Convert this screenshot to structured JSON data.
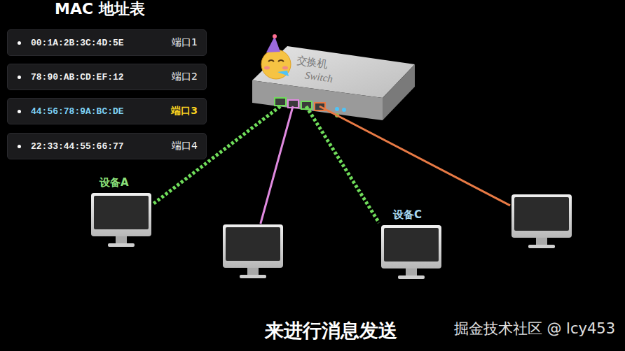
{
  "diagram": {
    "title": "MAC 地址表",
    "caption": "来进行消息发送",
    "nodes": [
      {
        "text": [
          "00:1A:2B:3C:4D:5E",
          "端口1"
        ]
      },
      {
        "text": [
          "78:90:AB:CD:EF:12",
          "端口2"
        ]
      },
      {
        "text": [
          "44:56:78:9A:BC:DE",
          "端口3"
        ]
      },
      {
        "text": [
          "22:33:44:55:66:77",
          "端口4"
        ]
      },
      {
        "text": [
          "交换机",
          "Switch"
        ]
      },
      {
        "text": [
          "设备A"
        ]
      },
      {
        "text": []
      },
      {
        "text": [
          "设备C"
        ]
      },
      {
        "text": []
      }
    ],
    "edges": [
      {
        "from": 4,
        "to": 5,
        "arrow": "none"
      },
      {
        "from": 4,
        "to": 6,
        "arrow": "none"
      },
      {
        "from": 4,
        "to": 7,
        "arrow": "none"
      },
      {
        "from": 4,
        "to": 8,
        "arrow": "none"
      }
    ],
    "labels": [
      "掘金技术社区 @ lcy453"
    ]
  }
}
